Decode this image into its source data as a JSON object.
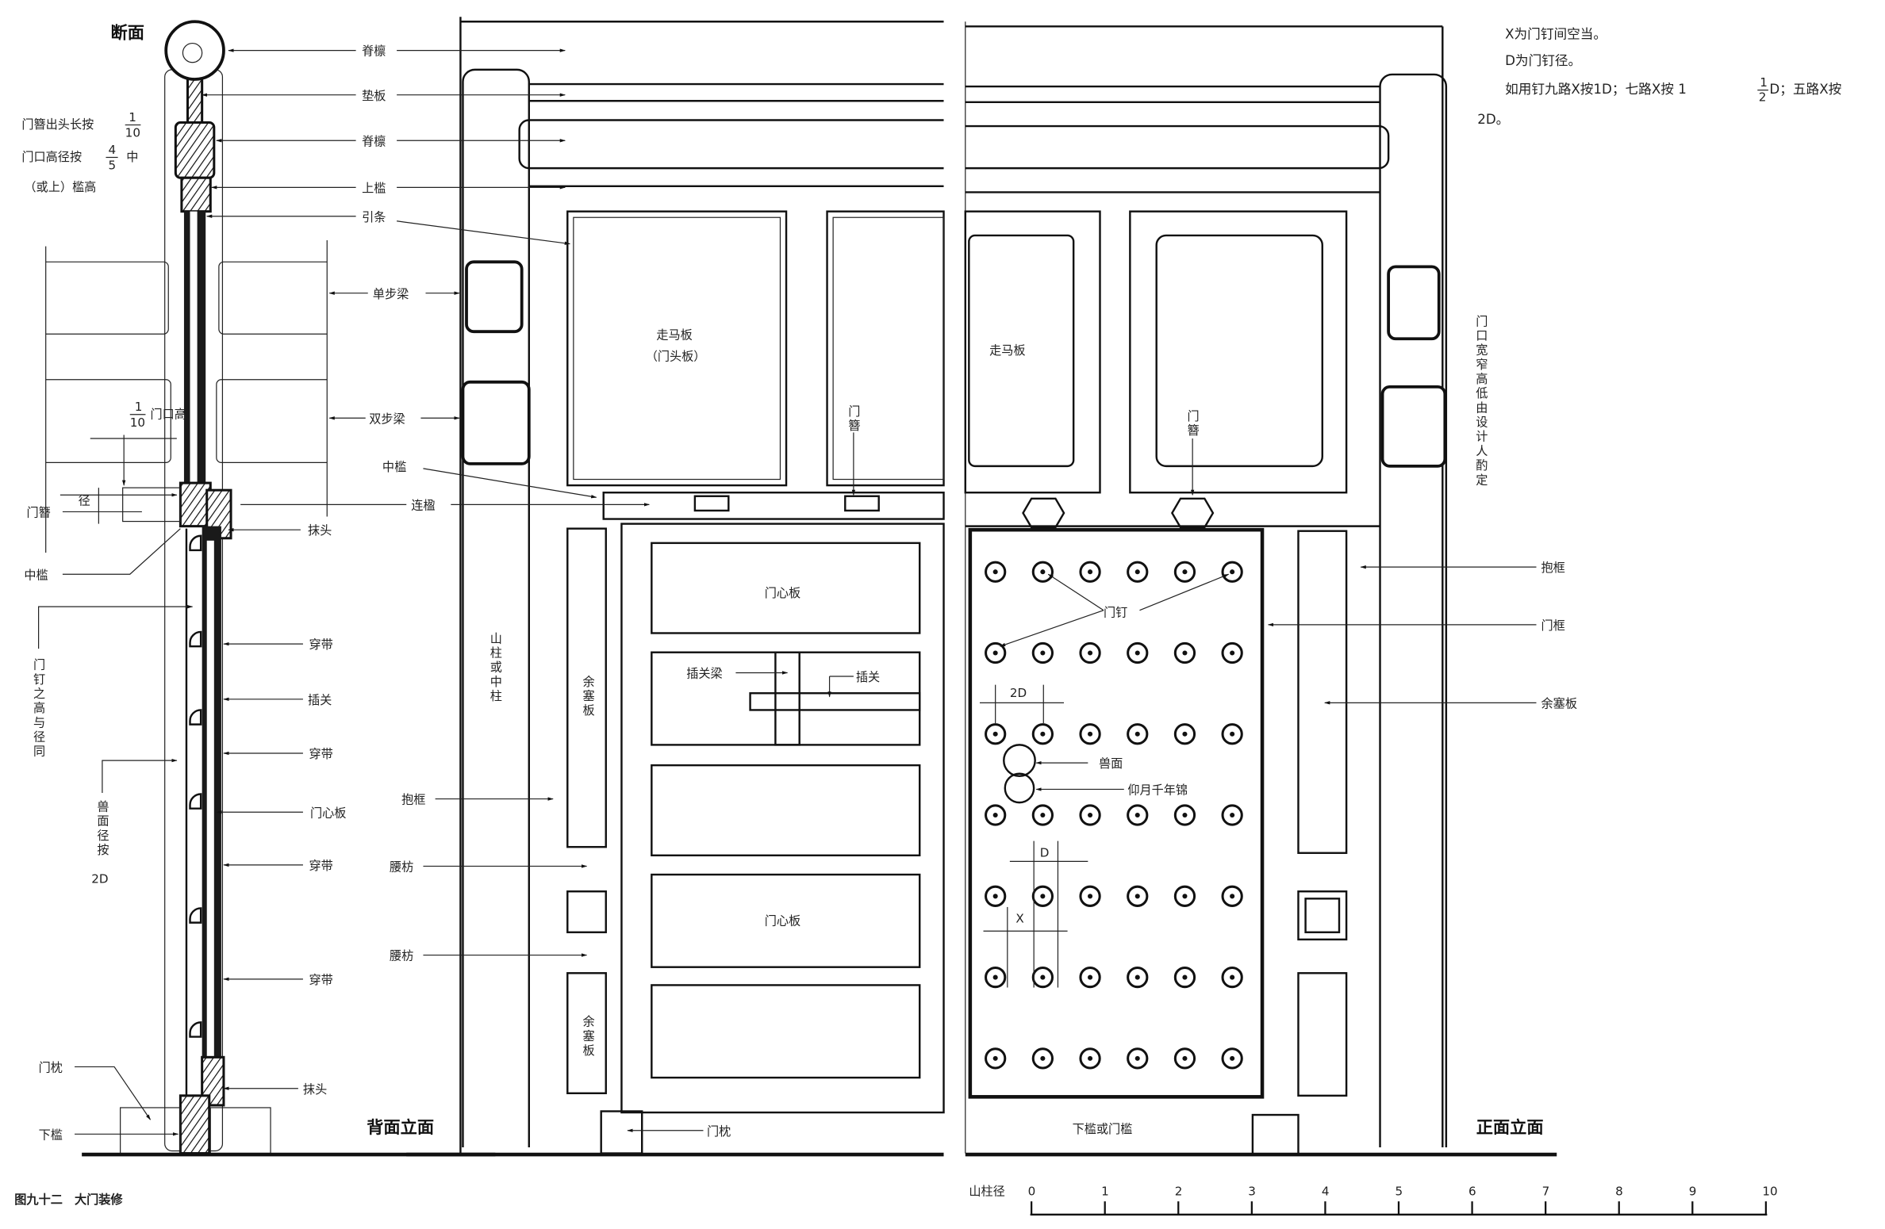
{
  "caption": "图九十二　大门装修",
  "section": {
    "title": "断面",
    "note1": "门簪出头长按",
    "note1_num": "1",
    "note1_den": "10",
    "note2": "门口高径按",
    "note2_num": "4",
    "note2_den": "5",
    "note2_tail": "中",
    "note3": "（或上）槛高",
    "door_height_num": "1",
    "door_height_den": "10",
    "door_height": "门口高",
    "jing": "径",
    "menzan": "门簪",
    "zhongkan": "中槛",
    "nail_note": "门钉之高与径同",
    "mask_note": "兽面径按",
    "mask_note_val": "2D",
    "menzhen": "门枕",
    "xiakan": "下槛",
    "labels": {
      "jilin1": "脊檩",
      "dianban": "垫板",
      "jilin2": "脊檩",
      "shangkan": "上槛",
      "yintiao": "引条",
      "danbuliang": "单步梁",
      "shuangbuliang": "双步梁",
      "zhongkan": "中槛",
      "lianying": "连楹",
      "motou1": "抹头",
      "chuandai1": "穿带",
      "chaguan": "插关",
      "chuandai2": "穿带",
      "menxinban": "门心板",
      "chuandai3": "穿带",
      "chuandai4": "穿带",
      "motou2": "抹头"
    }
  },
  "back": {
    "title": "背面立面",
    "zoumaban": "走马板",
    "mentouban": "（门头板）",
    "menzan": "门簪",
    "column": "山柱或中柱",
    "baokuang": "抱框",
    "yaofang1": "腰枋",
    "yaofang2": "腰枋",
    "yuseban1": "余塞板",
    "yuseban2": "余塞板",
    "chaguanliang": "插关梁",
    "chaguan": "插关",
    "menxinban1": "门心板",
    "menxinban2": "门心板",
    "menzhen": "门枕"
  },
  "front": {
    "title": "正面立面",
    "zoumaban": "走马板",
    "menzan": "门簪",
    "mending": "门钉",
    "d2": "2D",
    "shoumian": "兽面",
    "yangyue": "仰月千年锦",
    "d": "D",
    "x": "X",
    "baokuang": "抱框",
    "menkuang": "门框",
    "yuseban": "余塞板",
    "design_note": "门口宽窄高低由设计人酌定",
    "xiakan": "下槛或门槛"
  },
  "notes": {
    "line1": "X为门钉间空当。",
    "line2": "D为门钉径。",
    "line3a": "如用钉九路X按1D；七路X按 1",
    "line3_num": "1",
    "line3_den": "2",
    "line3b": " D；五路X按",
    "line4": "2D。"
  },
  "scale": {
    "label": "山柱径",
    "ticks": [
      "0",
      "1",
      "2",
      "3",
      "4",
      "5",
      "6",
      "7",
      "8",
      "9",
      "10"
    ]
  },
  "nails": {
    "columns": 6,
    "rows": 7
  }
}
